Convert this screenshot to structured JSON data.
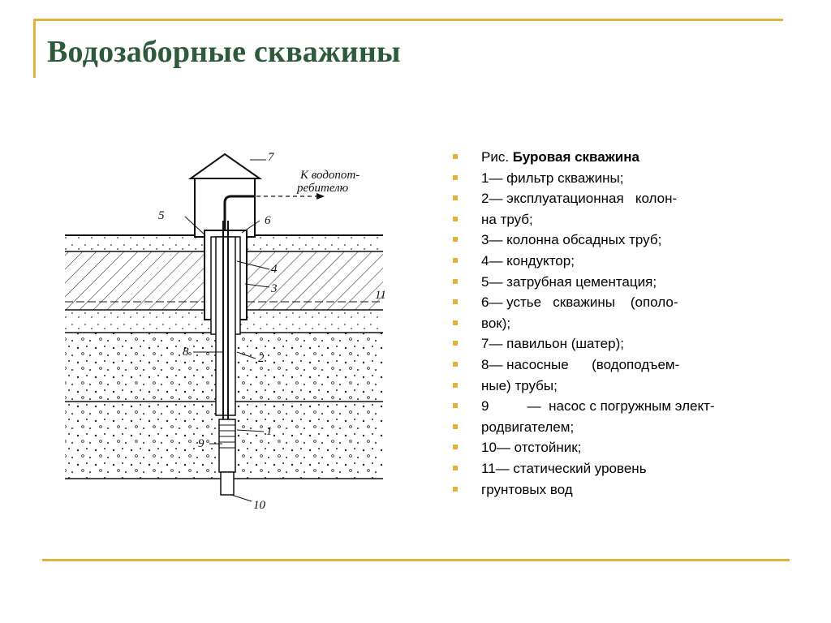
{
  "slide": {
    "title": "Водозаборные скважины"
  },
  "figure": {
    "label_outlet": "К водопот-",
    "label_outlet2": "ребителю",
    "callouts": [
      "1",
      "2",
      "3",
      "4",
      "5",
      "6",
      "7",
      "8",
      "9",
      "10",
      "11"
    ]
  },
  "caption": {
    "prefix": "Рис. ",
    "title_bold": "Буровая скважина",
    "items": [
      "1— фильтр скважины;",
      "2— эксплуатационная   колон-",
      "на труб;",
      "3— колонна обсадных труб;",
      "4— кондуктор;",
      "5— затрубная цементация;",
      "6— устье   скважины    (ополо-",
      "вок);",
      "7— павильон (шатер);",
      "8— насосные      (водоподъем-",
      "ные) трубы;",
      "9          —  насос с погружным элект-",
      "родвигателем;",
      "10— отстойник;",
      "11— статический уровень",
      "грунтовых вод"
    ]
  },
  "colors": {
    "accent": "#e2b33a",
    "title": "#2e5a3c"
  }
}
